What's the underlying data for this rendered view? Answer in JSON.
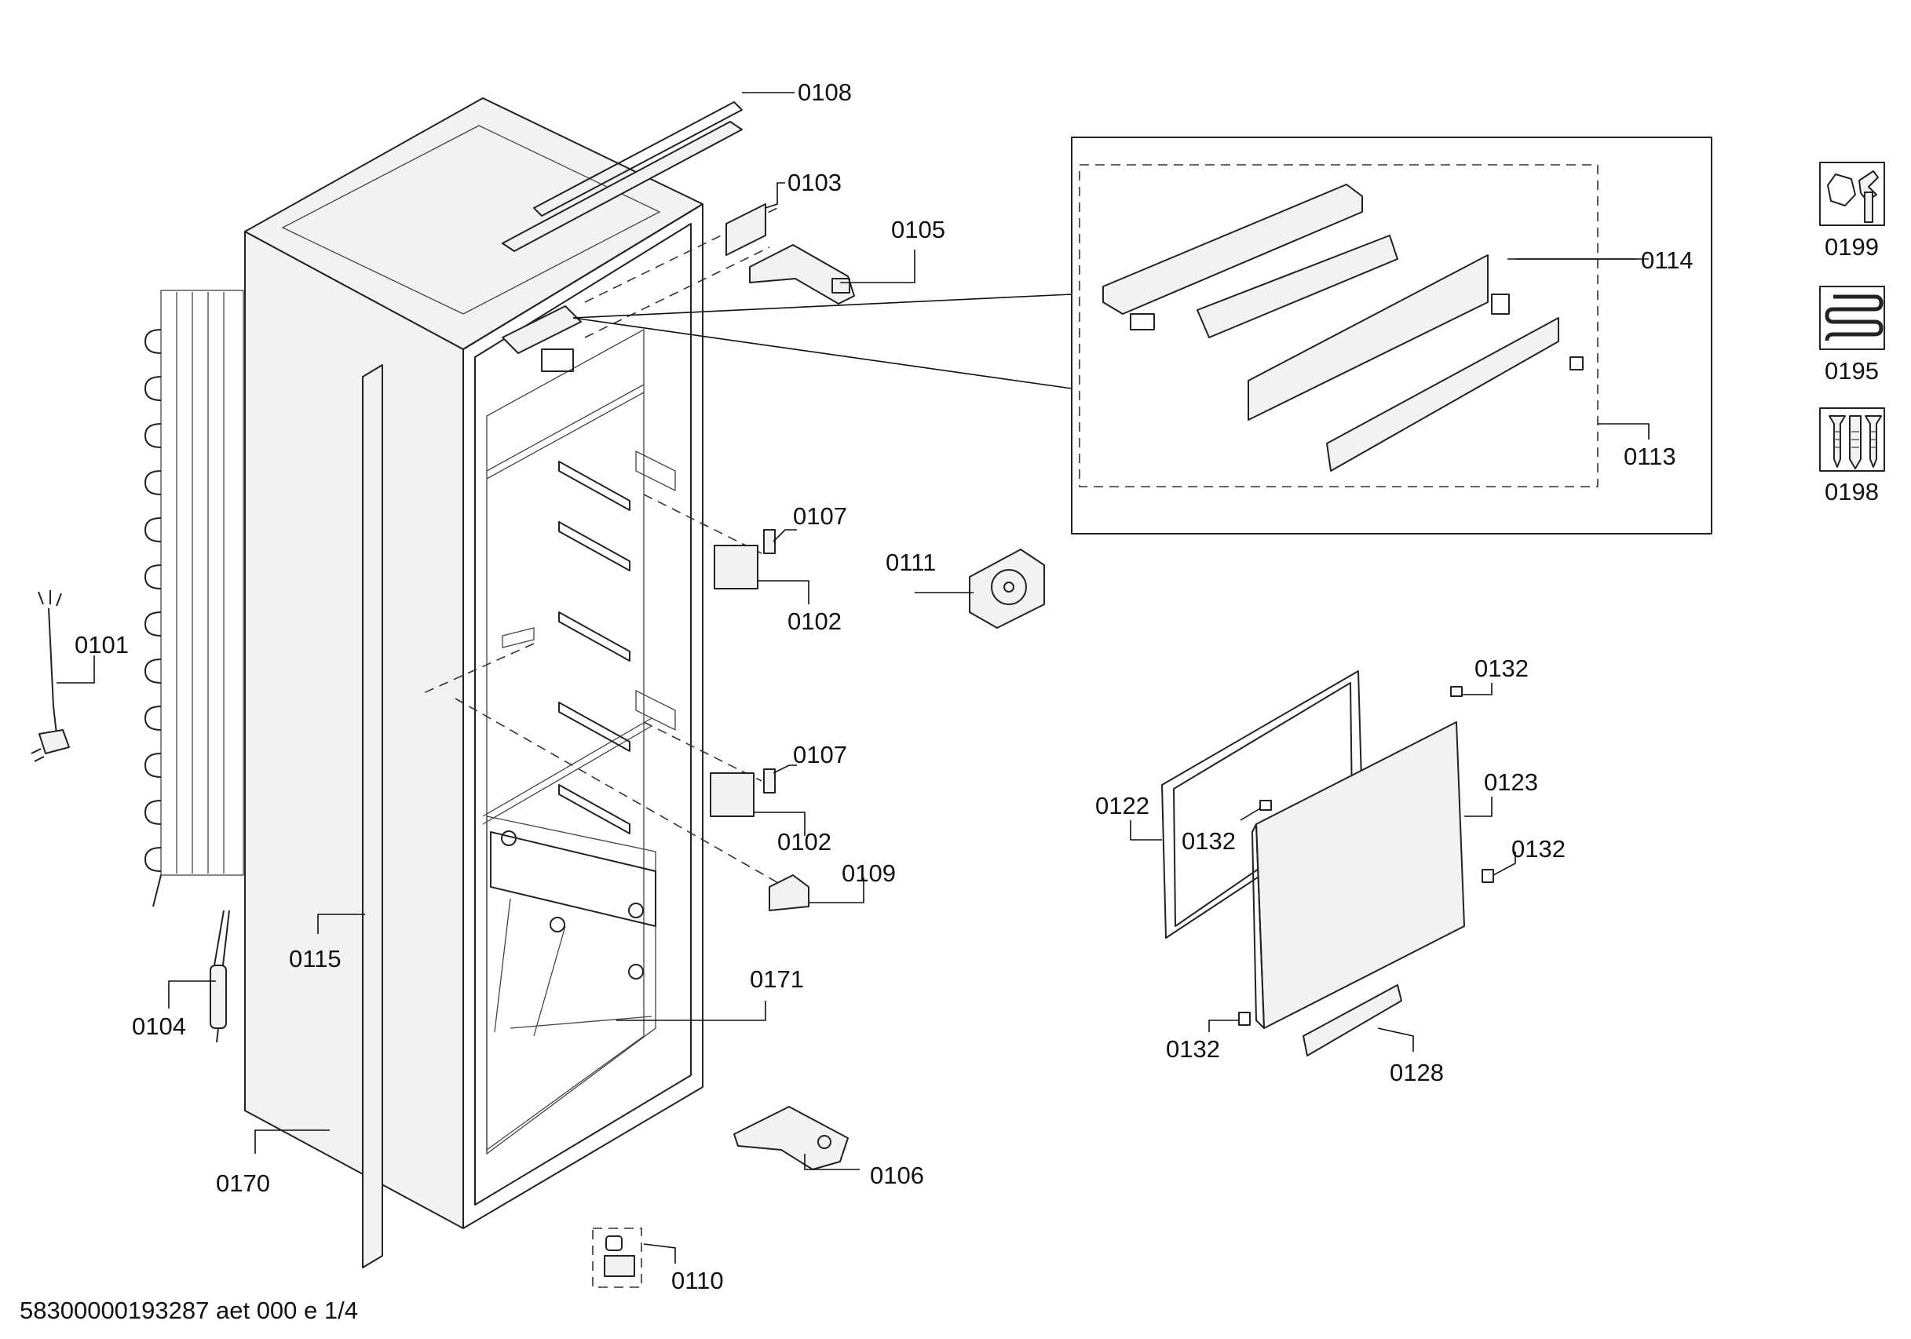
{
  "labels": {
    "p0108": "0108",
    "p0103": "0103",
    "p0105": "0105",
    "p0114": "0114",
    "p0113": "0113",
    "p0107a": "0107",
    "p0102a": "0102",
    "p0111": "0111",
    "p0101": "0101",
    "p0107b": "0107",
    "p0102b": "0102",
    "p0109": "0109",
    "p0115": "0115",
    "p0104": "0104",
    "p0171": "0171",
    "p0170": "0170",
    "p0106": "0106",
    "p0110": "0110",
    "p0132a": "0132",
    "p0122": "0122",
    "p0132b": "0132",
    "p0123": "0123",
    "p0132c": "0132",
    "p0132d": "0132",
    "p0128": "0128"
  },
  "kits": [
    {
      "code": "0199",
      "icon": "wrench-nut-icon"
    },
    {
      "code": "0195",
      "icon": "heating-coil-icon"
    },
    {
      "code": "0198",
      "icon": "screws-icon"
    }
  ],
  "footer": "58300000193287 aet 000 e 1/4"
}
